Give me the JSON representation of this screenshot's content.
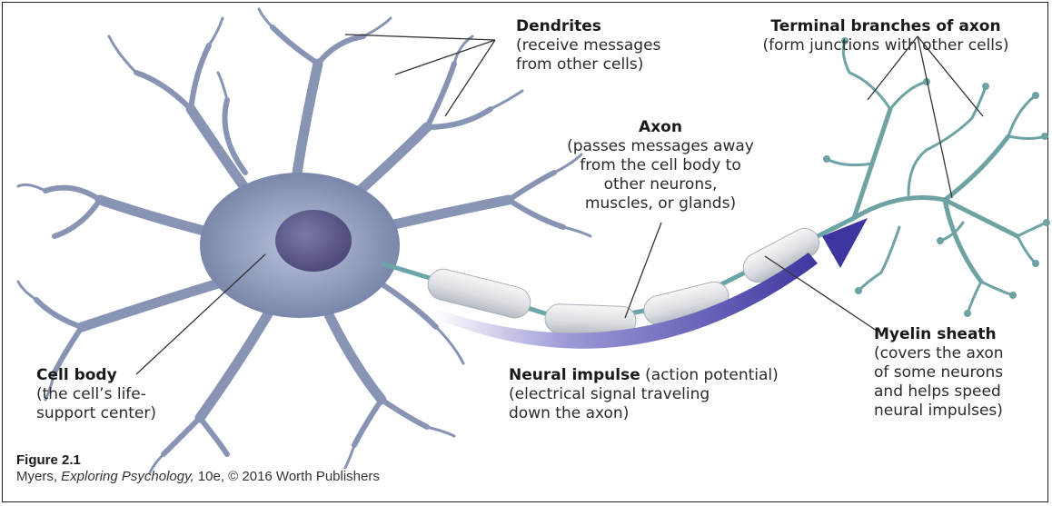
{
  "labels": {
    "dendrites": {
      "title": "Dendrites",
      "lines": [
        "(receive messages",
        "from other cells)"
      ]
    },
    "terminal": {
      "title": "Terminal branches of axon",
      "lines": [
        "(form junctions with other cells)"
      ]
    },
    "axon": {
      "title": "Axon",
      "lines": [
        "(passes messages away",
        "from the cell body to",
        "other neurons,",
        "muscles, or glands)"
      ]
    },
    "myelin": {
      "title": "Myelin sheath",
      "lines": [
        "(covers the axon",
        "of some neurons",
        "and helps speed",
        "neural impulses)"
      ]
    },
    "impulse": {
      "title": "Neural impulse",
      "title_suffix": " (action potential)",
      "lines": [
        "(electrical signal traveling",
        "down the axon)"
      ]
    },
    "cellbody": {
      "title": "Cell body",
      "lines": [
        "(the cell’s life-",
        "support center)"
      ]
    }
  },
  "figure": {
    "number": "Figure 2.1",
    "author": "Myers, ",
    "book": "Exploring Psychology,",
    "rest": " 10e, © 2016 Worth Publishers"
  },
  "colors": {
    "cell": "#8e9ab8",
    "nucleus": "#5c5a8a",
    "terminal": "#6fa3a3",
    "arrow": "#4a45a8",
    "myelin": "#dfe3e6"
  }
}
